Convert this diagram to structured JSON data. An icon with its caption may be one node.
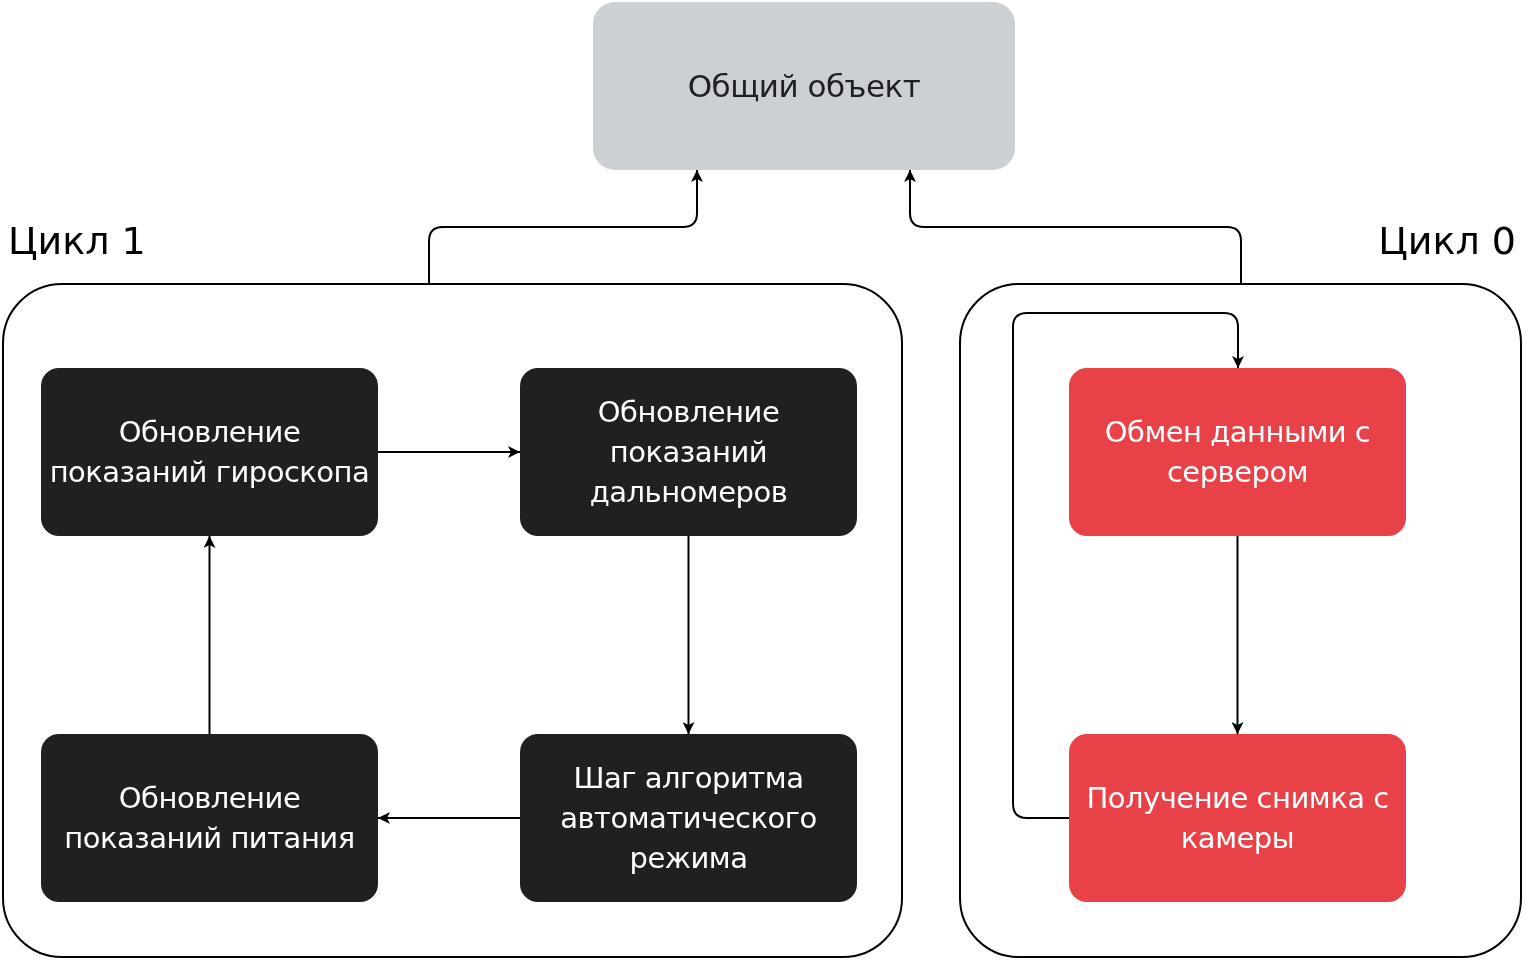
{
  "diagram": {
    "nodes": [
      {
        "text": [
          "Общий объект"
        ]
      },
      {
        "text": [
          "Цикл 1"
        ]
      },
      {
        "text": [
          "Обновление показаний гироскопа"
        ],
        "in": 1
      },
      {
        "text": [
          "Обновление показаний дальномеров"
        ],
        "in": 1
      },
      {
        "text": [
          "Шаг алгоритма автоматического режима"
        ],
        "in": 1
      },
      {
        "text": [
          "Обновление показаний питания"
        ],
        "in": 1
      },
      {
        "text": [
          "Цикл 0"
        ]
      },
      {
        "text": [
          "Обмен данными с сервером"
        ],
        "in": 6
      },
      {
        "text": [
          "Получение снимка с камеры"
        ],
        "in": 6
      }
    ],
    "edges": [
      {
        "from": 1,
        "to": 0,
        "arrow": "to"
      },
      {
        "from": 6,
        "to": 0,
        "arrow": "to"
      },
      {
        "from": 2,
        "to": 3,
        "arrow": "to"
      },
      {
        "from": 3,
        "to": 4,
        "arrow": "to"
      },
      {
        "from": 4,
        "to": 5,
        "arrow": "to"
      },
      {
        "from": 5,
        "to": 2,
        "arrow": "to"
      },
      {
        "from": 7,
        "to": 8,
        "arrow": "to"
      },
      {
        "from": 8,
        "to": 7,
        "arrow": "to"
      }
    ]
  }
}
